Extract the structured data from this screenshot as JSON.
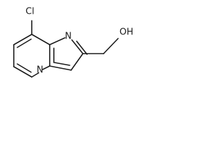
{
  "molecule": {
    "atoms": {
      "cl": "Cl",
      "n_imidazole": "N",
      "n_bridge": "N",
      "oh": "OH"
    }
  },
  "colors": {
    "bond": "#1a1a1a",
    "label": "#1a1a1a",
    "background": "#ffffff"
  }
}
